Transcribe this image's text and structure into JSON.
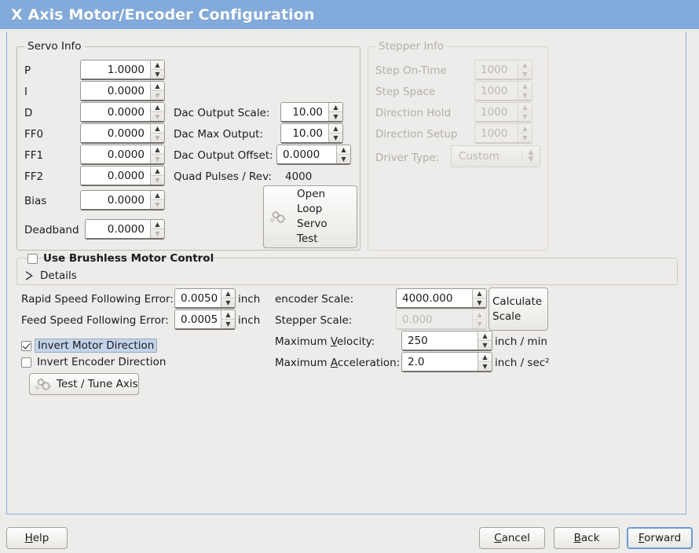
{
  "window": {
    "title": "X Axis Motor/Encoder Configuration",
    "titlebar_color": "#82abdb",
    "panel_border_color": "#8fadd6",
    "background_color": "#edecea"
  },
  "servo_info": {
    "legend": "Servo Info",
    "fields": [
      {
        "label": "P",
        "value": "1.0000"
      },
      {
        "label": "I",
        "value": "0.0000"
      },
      {
        "label": "D",
        "value": "0.0000"
      },
      {
        "label": "FF0",
        "value": "0.0000"
      },
      {
        "label": "FF1",
        "value": "0.0000"
      },
      {
        "label": "FF2",
        "value": "0.0000"
      },
      {
        "label": "Bias",
        "value": "0.0000"
      },
      {
        "label": "Deadband",
        "value": "0.0000"
      }
    ],
    "dac": [
      {
        "label": "Dac Output Scale:",
        "value": "10.00"
      },
      {
        "label": "Dac Max Output:",
        "value": "10.00"
      },
      {
        "label": "Dac Output Offset:",
        "value": "0.0000"
      }
    ],
    "quad_pulses_label": "Quad Pulses / Rev:",
    "quad_pulses_value": "4000",
    "open_loop_button": "Open\nLoop\nServo\nTest",
    "open_loop_lines": [
      "Open",
      "Loop",
      "Servo",
      "Test"
    ],
    "open_loop_icon": "gears-icon"
  },
  "stepper_info": {
    "legend": "Stepper Info",
    "enabled": false,
    "fields": [
      {
        "label": "Step On-Time",
        "value": "1000"
      },
      {
        "label": "Step Space",
        "value": "1000"
      },
      {
        "label": "Direction Hold",
        "value": "1000"
      },
      {
        "label": "Direction Setup",
        "value": "1000"
      }
    ],
    "driver_type_label": "Driver Type:",
    "driver_type_value": "Custom"
  },
  "brushless": {
    "checkbox_label": "Use Brushless Motor Control",
    "checked": false,
    "details_label": "Details",
    "details_expanded": false
  },
  "tuning": {
    "rapid_label": "Rapid Speed Following Error:",
    "rapid_value": "0.0050",
    "rapid_unit": "inch",
    "feed_label": "Feed Speed Following Error:",
    "feed_value": "0.0005",
    "feed_unit": "inch",
    "invert_motor_label": "Invert Motor Direction",
    "invert_motor_checked": true,
    "invert_motor_focused": true,
    "invert_encoder_label": "Invert Encoder Direction",
    "invert_encoder_checked": false,
    "test_tune_label": "Test / Tune Axis",
    "test_tune_icon": "gears-icon"
  },
  "scaling": {
    "encoder_scale_label": "encoder Scale:",
    "encoder_scale_value": "4000.000",
    "stepper_scale_label": "Stepper Scale:",
    "stepper_scale_value": "0.000",
    "stepper_scale_enabled": false,
    "calculate_scale_lines": [
      "Calculate",
      "Scale"
    ],
    "max_velocity_label_pre": "Maximum ",
    "max_velocity_label_mn": "V",
    "max_velocity_label_post": "elocity:",
    "max_velocity_value": "250",
    "max_velocity_unit": "inch / min",
    "max_accel_label_pre": "Maximum ",
    "max_accel_label_mn": "A",
    "max_accel_label_post": "cceleration:",
    "max_accel_value": "2.0",
    "max_accel_unit": "inch / sec²"
  },
  "actions": {
    "help_mn": "H",
    "help_post": "elp",
    "cancel_mn": "C",
    "cancel_post": "ancel",
    "back_mn": "B",
    "back_post": "ack",
    "forward_mn": "F",
    "forward_post": "orward",
    "focused": "forward-button",
    "focus_color": "#6c9ad6"
  }
}
